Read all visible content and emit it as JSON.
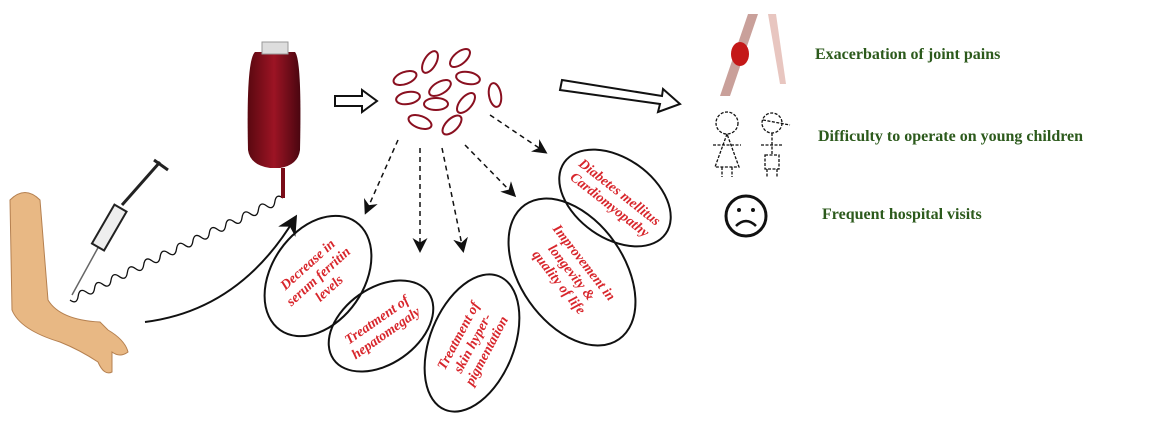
{
  "benefits": [
    {
      "lines": [
        "Decrease in",
        "serum ferritin",
        "levels"
      ]
    },
    {
      "lines": [
        "Treatment of",
        "hepatomegaly"
      ]
    },
    {
      "lines": [
        "Treatment of",
        "skin hyper-",
        "pigmentation"
      ]
    },
    {
      "lines": [
        "Improvement in",
        "longevity &",
        "quality of life"
      ]
    },
    {
      "lines": [
        "Diabetes mellitus",
        "Cardiomyopathy"
      ]
    }
  ],
  "drawbacks": [
    {
      "label": "Exacerbation of joint pains",
      "icon": "joint-pain-icon"
    },
    {
      "label": "Difficulty to operate on young children",
      "icon": "children-icon"
    },
    {
      "label": "Frequent hospital visits",
      "icon": "sad-face-icon"
    }
  ],
  "colors": {
    "benefit_text": "#d8262c",
    "drawback_text": "#2c5a1c",
    "blood": "#8a1020"
  }
}
